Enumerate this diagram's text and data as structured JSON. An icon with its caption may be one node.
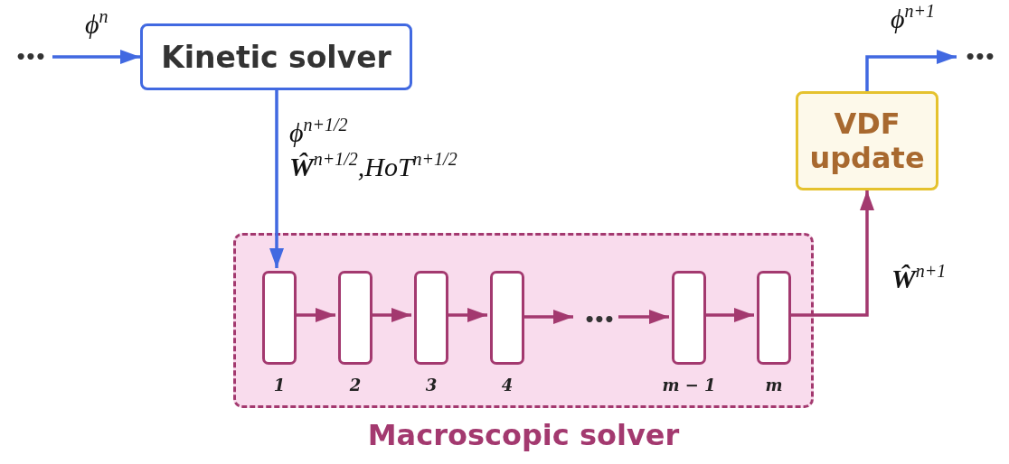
{
  "diagram": {
    "nodes": [
      {
        "text": [
          "•••"
        ]
      },
      {
        "text": [
          "Kinetic solver"
        ]
      },
      {
        "text": [
          "Macroscopic solver"
        ]
      },
      {
        "text": [],
        "shape": "box",
        "in": 2,
        "beside": [
          "1"
        ]
      },
      {
        "text": [],
        "shape": "box",
        "in": 2,
        "beside": [
          "2"
        ]
      },
      {
        "text": [],
        "shape": "box",
        "in": 2,
        "beside": [
          "3"
        ]
      },
      {
        "text": [],
        "shape": "box",
        "in": 2,
        "beside": [
          "4"
        ]
      },
      {
        "text": [
          "•••"
        ],
        "in": 2
      },
      {
        "text": [],
        "shape": "box",
        "in": 2,
        "beside": [
          "m − 1"
        ]
      },
      {
        "text": [],
        "shape": "box",
        "in": 2,
        "beside": [
          "m"
        ]
      },
      {
        "text": [
          "VDF update"
        ]
      },
      {
        "text": [
          "•••"
        ]
      }
    ],
    "edges": [
      {
        "from": 0,
        "to": 1,
        "arrow": "to",
        "label": "ϕ$^{n}$",
        "color": "#4169e1"
      },
      {
        "from": 1,
        "to": 3,
        "arrow": "to",
        "label": "ϕ$^{n+1/2}$ **Ŵ**$^{n+1/2}$,HoT$^{n+1/2}$",
        "color": "#4169e1"
      },
      {
        "from": 3,
        "to": 4,
        "arrow": "to"
      },
      {
        "from": 4,
        "to": 5,
        "arrow": "to"
      },
      {
        "from": 5,
        "to": 6,
        "arrow": "to"
      },
      {
        "from": 6,
        "to": 7,
        "arrow": "to"
      },
      {
        "from": 7,
        "to": 8,
        "arrow": "to"
      },
      {
        "from": 8,
        "to": 9,
        "arrow": "to"
      },
      {
        "from": 9,
        "to": 10,
        "arrow": "to",
        "label": "**Ŵ**$^{n+1}$"
      },
      {
        "from": 10,
        "to": 11,
        "arrow": "to",
        "label": "ϕ$^{n+1}$",
        "color": "#4169e1"
      }
    ]
  }
}
